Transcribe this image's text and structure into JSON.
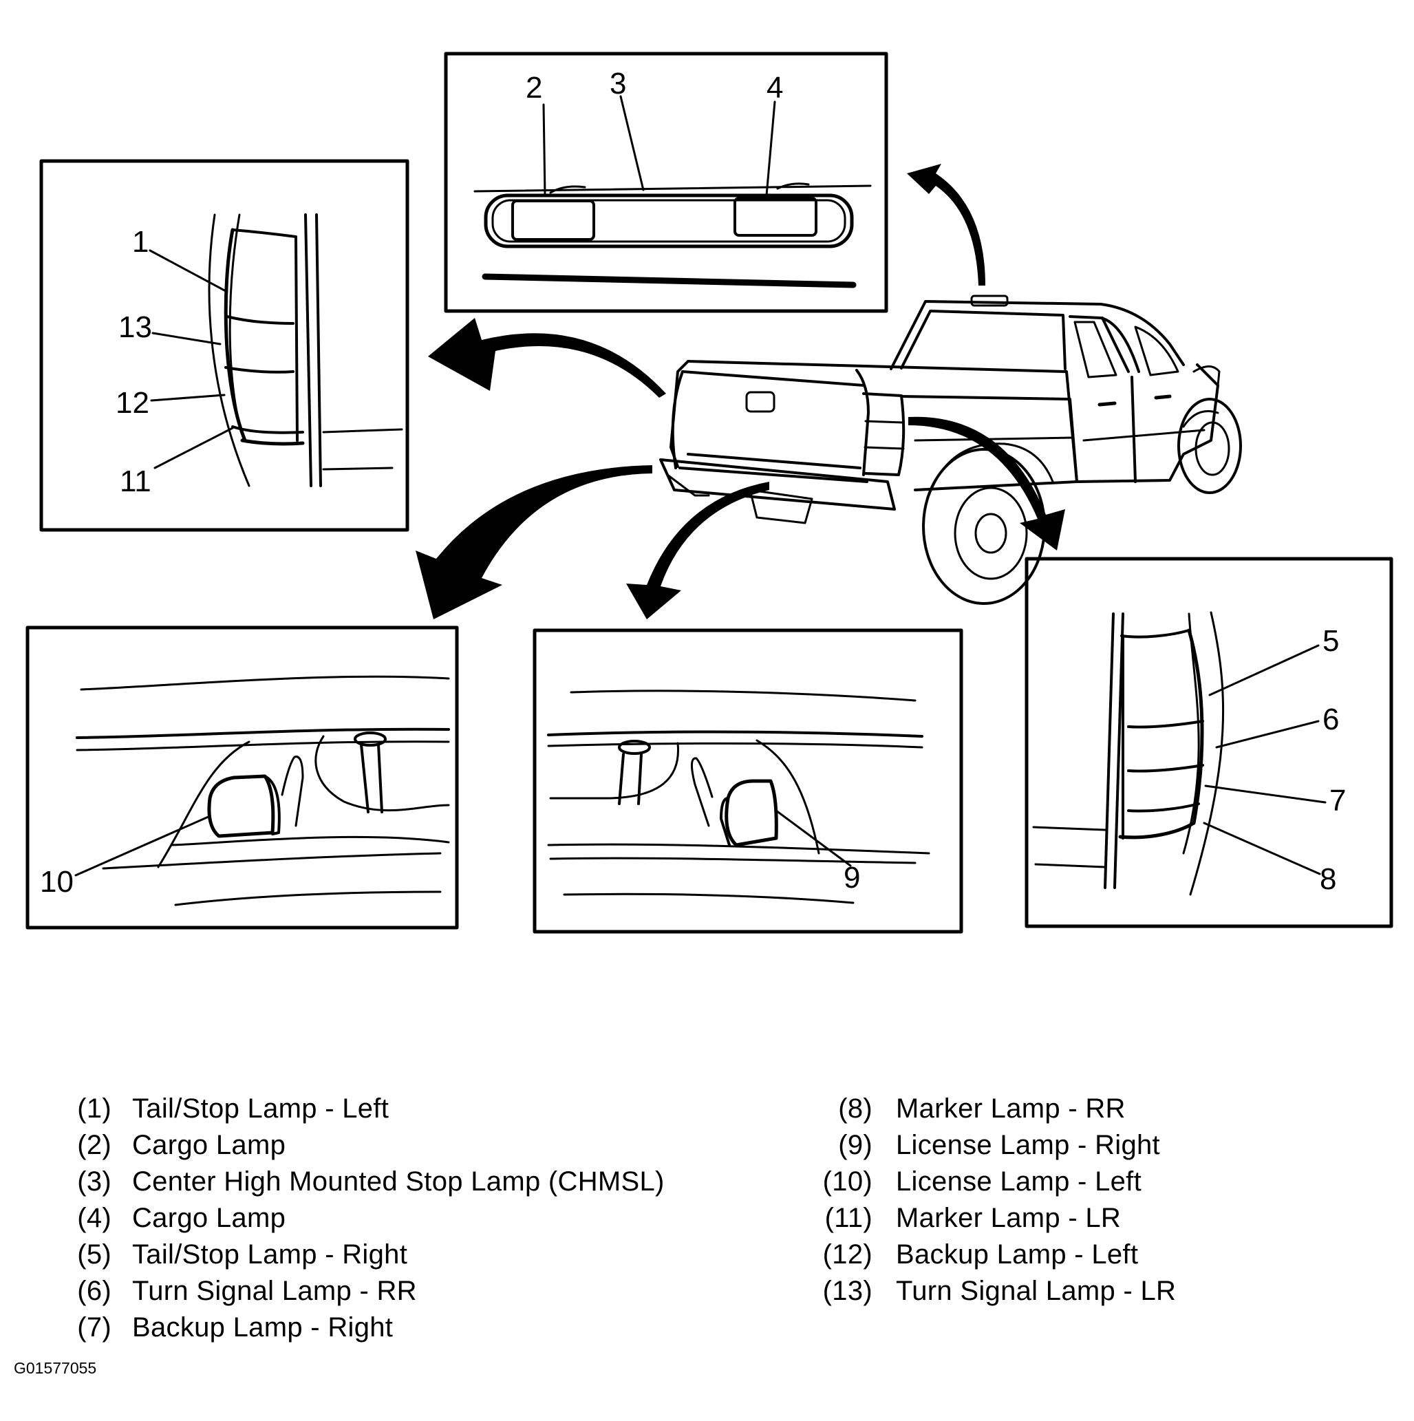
{
  "callouts": {
    "c1": "1",
    "c2": "2",
    "c3": "3",
    "c4": "4",
    "c5": "5",
    "c6": "6",
    "c7": "7",
    "c8": "8",
    "c9": "9",
    "c10": "10",
    "c11": "11",
    "c12": "12",
    "c13": "13"
  },
  "legend": {
    "left": [
      {
        "num": "(1)",
        "label": "Tail/Stop Lamp - Left"
      },
      {
        "num": "(2)",
        "label": "Cargo Lamp"
      },
      {
        "num": "(3)",
        "label": "Center High Mounted Stop Lamp (CHMSL)"
      },
      {
        "num": "(4)",
        "label": "Cargo Lamp"
      },
      {
        "num": "(5)",
        "label": "Tail/Stop Lamp - Right"
      },
      {
        "num": "(6)",
        "label": "Turn Signal Lamp - RR"
      },
      {
        "num": "(7)",
        "label": "Backup Lamp - Right"
      }
    ],
    "right": [
      {
        "num": "(8)",
        "label": "Marker Lamp - RR"
      },
      {
        "num": "(9)",
        "label": "License Lamp - Right"
      },
      {
        "num": "(10)",
        "label": "License Lamp - Left"
      },
      {
        "num": "(11)",
        "label": "Marker Lamp - LR"
      },
      {
        "num": "(12)",
        "label": "Backup Lamp - Left"
      },
      {
        "num": "(13)",
        "label": "Turn Signal Lamp - LR"
      }
    ]
  },
  "figure_id": "G01577055"
}
